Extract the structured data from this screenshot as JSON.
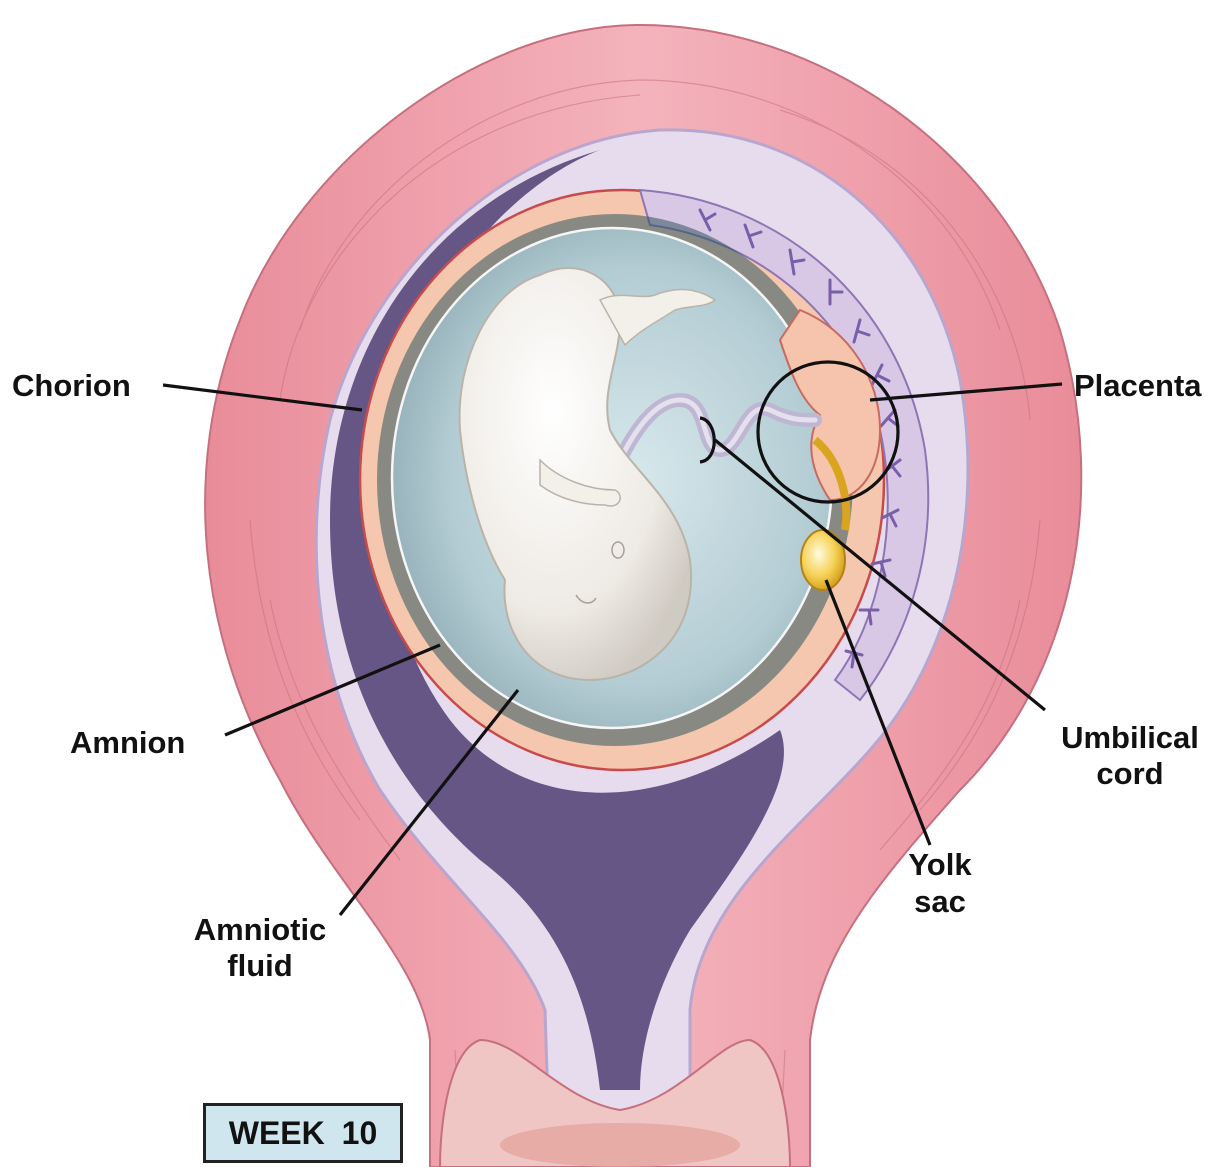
{
  "labels": {
    "chorion": "Chorion",
    "amnion": "Amnion",
    "amniotic_fluid_1": "Amniotic",
    "amniotic_fluid_2": "fluid",
    "placenta": "Placenta",
    "umbilical_cord_1": "Umbilical",
    "umbilical_cord_2": "cord",
    "yolk_sac_1": "Yolk",
    "yolk_sac_2": "sac"
  },
  "stage": "WEEK 10",
  "colors": {
    "uterine_wall": "#ec9aa5",
    "uterine_wall_dark": "#d97f8c",
    "decidua": "#e4dcec",
    "cavity": "#5c4a7e",
    "chorion_layer": "#f3c7ad",
    "amniotic_fluid": "#b5cfd6",
    "embryo": "#f2f0ec",
    "yolk_sac": "#f2c94c",
    "placenta": "#f6c9b4",
    "stage_box": "#cfe6ef"
  }
}
